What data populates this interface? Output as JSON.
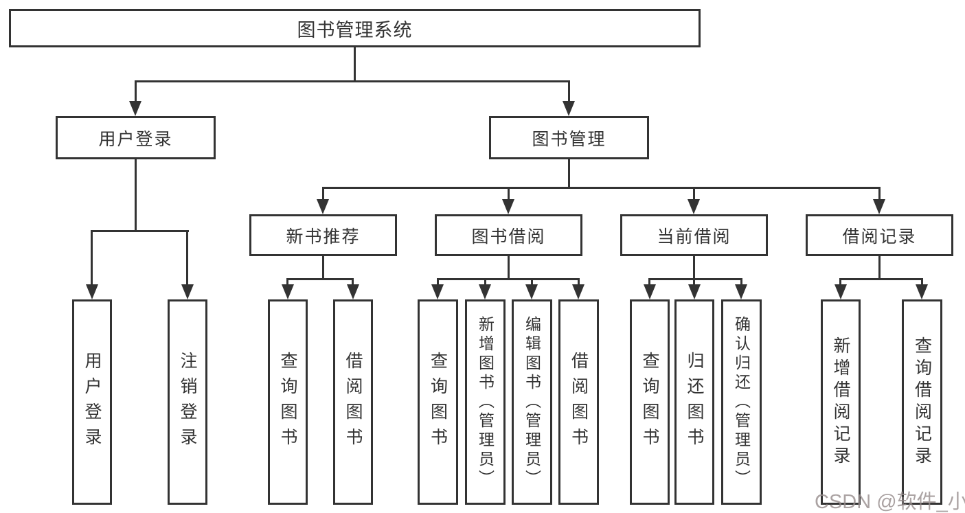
{
  "root": {
    "label": "图书管理系统"
  },
  "user_login": {
    "label": "用户登录",
    "children": [
      {
        "label": "用户登录"
      },
      {
        "label": "注销登录"
      }
    ]
  },
  "book_mgmt": {
    "label": "图书管理",
    "modules": [
      {
        "label": "新书推荐",
        "children": [
          {
            "label": "查询图书"
          },
          {
            "label": "借阅图书"
          }
        ]
      },
      {
        "label": "图书借阅",
        "children": [
          {
            "label": "查询图书"
          },
          {
            "label": "新增图书（管理员）"
          },
          {
            "label": "编辑图书（管理员）"
          },
          {
            "label": "借阅图书"
          }
        ]
      },
      {
        "label": "当前借阅",
        "children": [
          {
            "label": "查询图书"
          },
          {
            "label": "归还图书"
          },
          {
            "label": "确认归还（管理员）"
          }
        ]
      },
      {
        "label": "借阅记录",
        "children": [
          {
            "label": "新增借阅记录"
          },
          {
            "label": "查询借阅记录"
          }
        ]
      }
    ]
  },
  "watermark": {
    "text": "CSDN @软件_小贺同学"
  },
  "colors": {
    "line": "#333333",
    "text": "#333333",
    "background": "#ffffff",
    "watermark": "#968c8c"
  }
}
